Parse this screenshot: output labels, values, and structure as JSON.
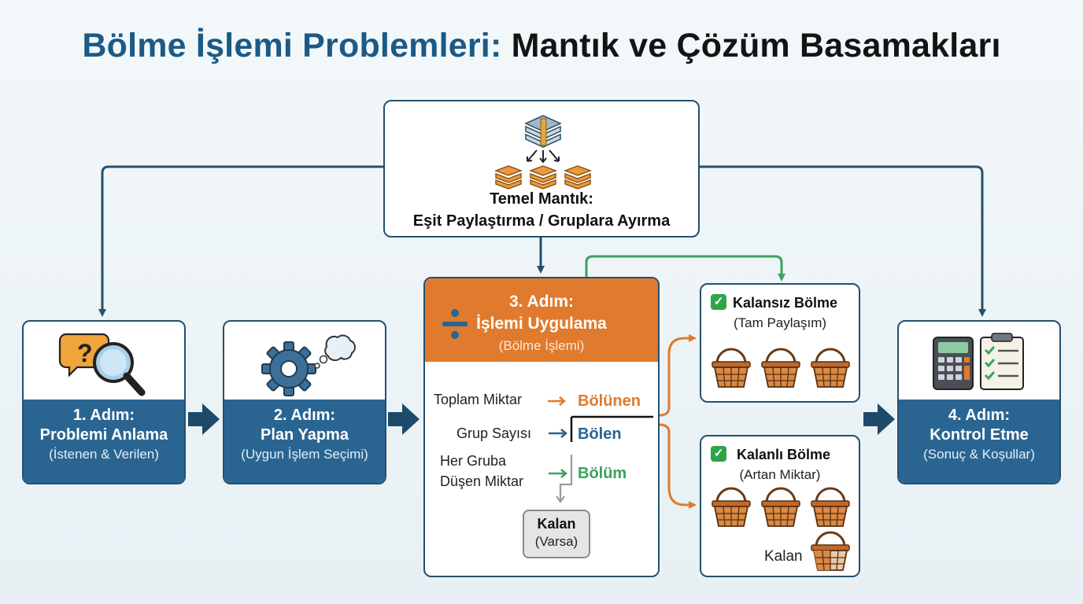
{
  "title": {
    "part1": "Bölme İşlemi Problemleri:",
    "part2": "Mantık ve Çözüm Basamakları"
  },
  "core": {
    "line1": "Temel Mantık:",
    "line2": "Eşit Paylaştırma / Gruplara Ayırma"
  },
  "steps": [
    {
      "step": "1. Adım:",
      "name": "Problemi Anlama",
      "sub": "(İstenen & Verilen)"
    },
    {
      "step": "2. Adım:",
      "name": "Plan Yapma",
      "sub": "(Uygun İşlem Seçimi)"
    },
    {
      "step": "3. Adım:",
      "name": "İşlemi Uygulama",
      "sub": "(Bölme İşlemi)"
    },
    {
      "step": "4. Adım:",
      "name": "Kontrol Etme",
      "sub": "(Sonuç & Koşullar)"
    }
  ],
  "division": {
    "total_label": "Toplam Miktar",
    "dividend": "Bölünen",
    "groups_label": "Grup Sayısı",
    "divisor": "Bölen",
    "each_label_1": "Her Gruba",
    "each_label_2": "Düşen Miktar",
    "quotient": "Bölüm",
    "remainder_title": "Kalan",
    "remainder_sub": "(Varsa)"
  },
  "no_remainder": {
    "title": "Kalansız Bölme",
    "sub": "(Tam Paylaşım)"
  },
  "with_remainder": {
    "title": "Kalanlı Bölme",
    "sub": "(Artan Miktar)",
    "remainder_label": "Kalan"
  },
  "colors": {
    "navy": "#24506f",
    "band": "#2a6592",
    "orange": "#e07a2e",
    "green": "#3aa35b"
  }
}
